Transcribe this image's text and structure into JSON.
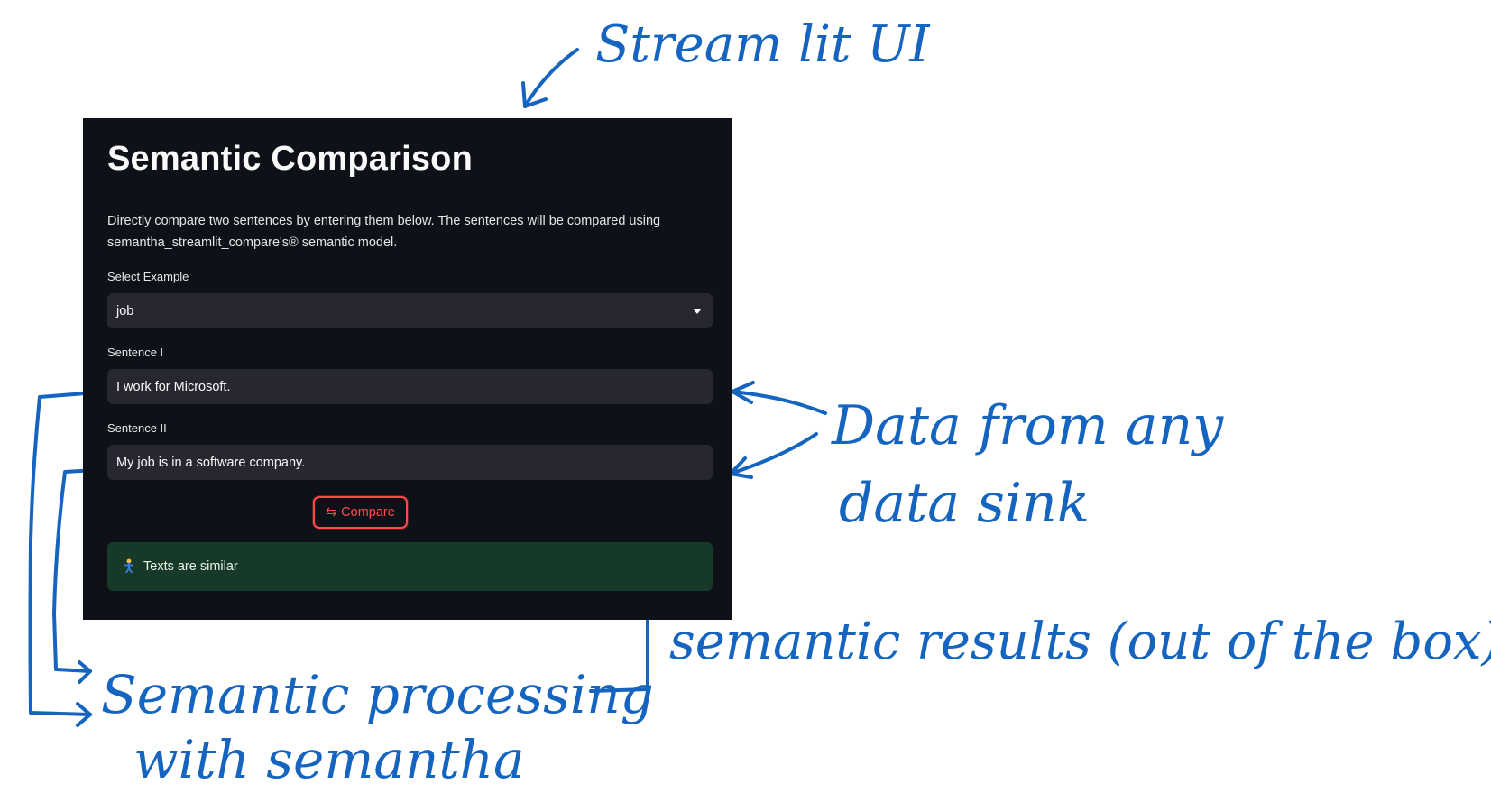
{
  "annotations": {
    "top": "Stream lit UI",
    "data_line1": "Data from any",
    "data_line2": "data sink",
    "processing_line1": "Semantic processing",
    "processing_line2": "with semantha",
    "results": "semantic results (out of the box)"
  },
  "app": {
    "title": "Semantic Comparison",
    "description": "Directly compare two sentences by entering them below. The sentences will be compared using semantha_streamlit_compare's® semantic model.",
    "select_label": "Select Example",
    "select_value": "job",
    "sentence1_label": "Sentence I",
    "sentence1_value": "I work for Microsoft.",
    "sentence2_label": "Sentence II",
    "sentence2_value": "My job is in a software company.",
    "compare_icon": "⇆",
    "compare_label": "Compare",
    "result_text": "Texts are similar"
  },
  "icons": {
    "caret": "chevron-down-icon",
    "compare": "swap-arrows-icon",
    "result": "person-icon"
  },
  "colors": {
    "app_background": "#0e1117",
    "input_background": "#262730",
    "accent": "#ff4b4b",
    "success_background": "#173928",
    "annotation_ink": "#1565c0"
  }
}
